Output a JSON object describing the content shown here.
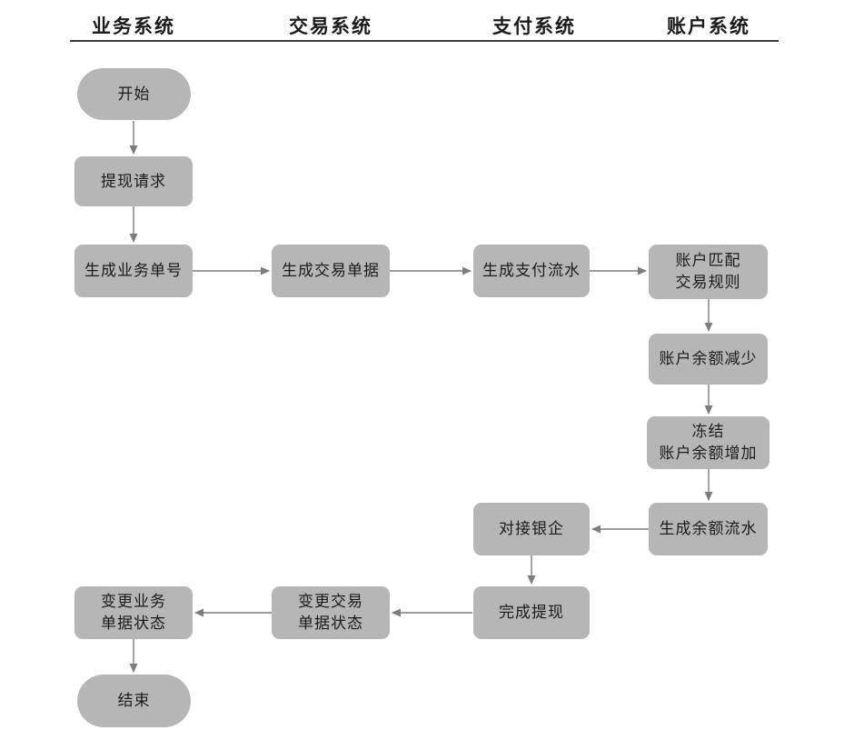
{
  "colors": {
    "background": "#ffffff",
    "node_fill": "#b6b6b6",
    "node_text": "#1b1b1b",
    "arrow": "#7d7d7d",
    "header_text": "#1b1b1b",
    "header_rule": "#3a3a3a"
  },
  "lanes": [
    {
      "label": "业务系统"
    },
    {
      "label": "交易系统"
    },
    {
      "label": "支付系统"
    },
    {
      "label": "账户系统"
    }
  ],
  "nodes": {
    "start": {
      "label": "开始",
      "shape": "terminator",
      "lane": "业务系统"
    },
    "withdraw_request": {
      "label": "提现请求",
      "shape": "process",
      "lane": "业务系统"
    },
    "gen_business_no": {
      "label": "生成业务单号",
      "shape": "process",
      "lane": "业务系统"
    },
    "gen_trade_doc": {
      "label": "生成交易单据",
      "shape": "process",
      "lane": "交易系统"
    },
    "gen_payment_flow": {
      "label": "生成支付流水",
      "shape": "process",
      "lane": "支付系统"
    },
    "account_match": {
      "label": "账户匹配\n交易规则",
      "shape": "process",
      "lane": "账户系统"
    },
    "balance_decrease": {
      "label": "账户余额减少",
      "shape": "process",
      "lane": "账户系统"
    },
    "freeze_increase": {
      "label": "冻结\n账户余额增加",
      "shape": "process",
      "lane": "账户系统"
    },
    "gen_balance_flow": {
      "label": "生成余额流水",
      "shape": "process",
      "lane": "账户系统"
    },
    "bank_interface": {
      "label": "对接银企",
      "shape": "process",
      "lane": "支付系统"
    },
    "complete_withdraw": {
      "label": "完成提现",
      "shape": "process",
      "lane": "支付系统"
    },
    "change_trade_status": {
      "label": "变更交易\n单据状态",
      "shape": "process",
      "lane": "交易系统"
    },
    "change_business_status": {
      "label": "变更业务\n单据状态",
      "shape": "process",
      "lane": "业务系统"
    },
    "end": {
      "label": "结束",
      "shape": "terminator",
      "lane": "业务系统"
    }
  },
  "edges": [
    {
      "from": "start",
      "to": "withdraw_request"
    },
    {
      "from": "withdraw_request",
      "to": "gen_business_no"
    },
    {
      "from": "gen_business_no",
      "to": "gen_trade_doc"
    },
    {
      "from": "gen_trade_doc",
      "to": "gen_payment_flow"
    },
    {
      "from": "gen_payment_flow",
      "to": "account_match"
    },
    {
      "from": "account_match",
      "to": "balance_decrease"
    },
    {
      "from": "balance_decrease",
      "to": "freeze_increase"
    },
    {
      "from": "freeze_increase",
      "to": "gen_balance_flow"
    },
    {
      "from": "gen_balance_flow",
      "to": "bank_interface"
    },
    {
      "from": "bank_interface",
      "to": "complete_withdraw"
    },
    {
      "from": "complete_withdraw",
      "to": "change_trade_status"
    },
    {
      "from": "change_trade_status",
      "to": "change_business_status"
    },
    {
      "from": "change_business_status",
      "to": "end"
    }
  ]
}
